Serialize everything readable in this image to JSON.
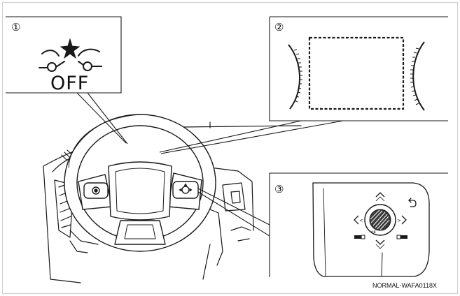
{
  "panels": {
    "panel1": {
      "number": "①",
      "label": "OFF",
      "icon": "lane-departure-off-icon"
    },
    "panel2": {
      "number": "②",
      "content": "dashed-frame-with-curved-scales"
    },
    "panel3": {
      "number": "③",
      "content": "steering-switch-cluster"
    }
  },
  "figure_code": "NORMAL-WAFA0118X",
  "colors": {
    "line": "#1a1a1a",
    "fill": "#ffffff",
    "frame": "#cfcfcf",
    "body_fill": "#f3f3f3"
  }
}
